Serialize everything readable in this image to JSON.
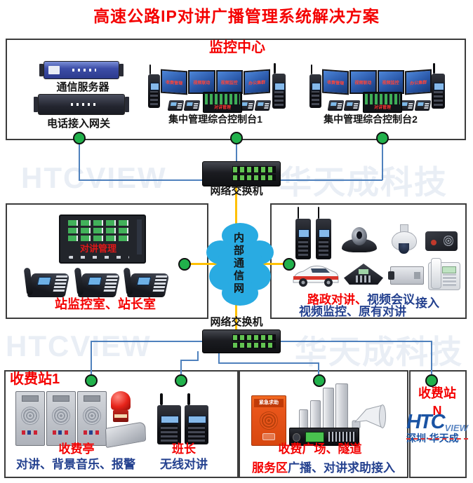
{
  "title": "高速公路IP对讲广播管理系统解决方案",
  "watermarks": {
    "left": "HTCVIEW",
    "right": "华天成科技"
  },
  "monitoring_center": {
    "title": "监控中心",
    "server_label": "通信服务器",
    "gateway_label": "电话接入网关",
    "console1_label": "集中管理综合控制台1",
    "console2_label": "集中管理综合控制台2",
    "screens": [
      "收费管理",
      "视频联动",
      "视频监控",
      "办公集群"
    ],
    "console_screen_label": "对讲管理"
  },
  "network": {
    "switch1_label": "网络交换机",
    "switch2_label": "网络交换机",
    "cloud_label": "内部通信网"
  },
  "station_room": {
    "screen_label": "对讲管理",
    "caption": "站监控室、站长室"
  },
  "access": {
    "line1_red": "路政对讲、",
    "line1_blue": "视频会议",
    "line2_blue": "视频监控、原有对讲",
    "side_blue": "接入"
  },
  "toll_station_1": {
    "title": "收费站1",
    "booth_label": "收费亭",
    "booth_caption": "对讲、背景音乐、报警",
    "leader_label": "班长",
    "leader_caption": "无线对讲"
  },
  "plaza": {
    "line1": "收费广场、隧道",
    "line2_red": "服务区",
    "line2_blue": "广播、对讲求助接入",
    "emergency_box_label": "紧急求助"
  },
  "toll_station_n": {
    "title": "收费站",
    "suffix": "N"
  },
  "logo": {
    "htc": "HTC",
    "view": "VIEW",
    "subtitle": "深圳·华天成"
  },
  "colors": {
    "title_red": "#f40000",
    "label_blue": "#24418f",
    "line_blue": "#4f81bd",
    "line_yellow": "#ffc000",
    "cloud_blue": "#29abe2",
    "node_green": "#21b14b",
    "watermark": "#e9eef5"
  }
}
